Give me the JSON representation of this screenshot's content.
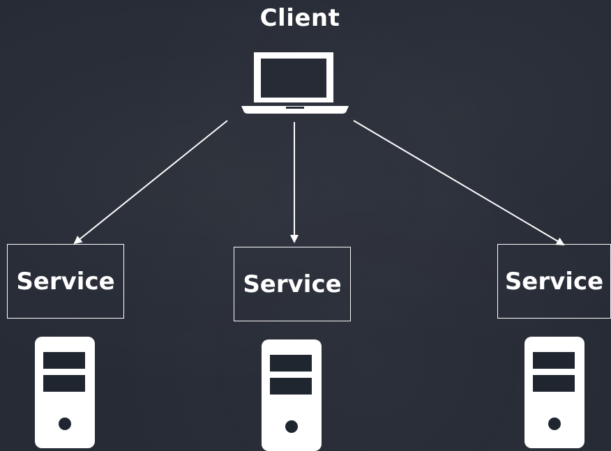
{
  "client": {
    "title": "Client",
    "icon": "laptop-icon"
  },
  "services": [
    {
      "label": "Service",
      "icon": "server-icon"
    },
    {
      "label": "Service",
      "icon": "server-icon"
    },
    {
      "label": "Service",
      "icon": "server-icon"
    }
  ],
  "edges": [
    {
      "from": "Client",
      "to": "Service 1"
    },
    {
      "from": "Client",
      "to": "Service 2"
    },
    {
      "from": "Client",
      "to": "Service 3"
    }
  ],
  "colors": {
    "background": "#262b35",
    "foreground": "#ffffff",
    "server_slot": "#1f2630"
  }
}
